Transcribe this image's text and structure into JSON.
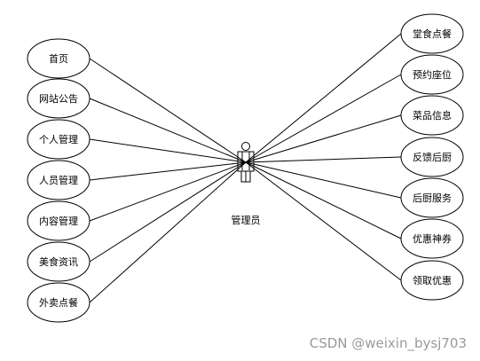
{
  "actor": {
    "label": "管理员"
  },
  "left_use_cases": [
    {
      "label": "首页"
    },
    {
      "label": "网站公告"
    },
    {
      "label": "个人管理"
    },
    {
      "label": "人员管理"
    },
    {
      "label": "内容管理"
    },
    {
      "label": "美食资讯"
    },
    {
      "label": "外卖点餐"
    }
  ],
  "right_use_cases": [
    {
      "label": "堂食点餐"
    },
    {
      "label": "预约座位"
    },
    {
      "label": "菜品信息"
    },
    {
      "label": "反馈后厨"
    },
    {
      "label": "后厨服务"
    },
    {
      "label": "优惠神券"
    },
    {
      "label": "领取优惠"
    }
  ],
  "watermark": {
    "text": "CSDN @weixin_bysj703"
  },
  "colors": {
    "stroke": "#000000",
    "background": "#ffffff",
    "watermark": "#9a9a9a"
  }
}
